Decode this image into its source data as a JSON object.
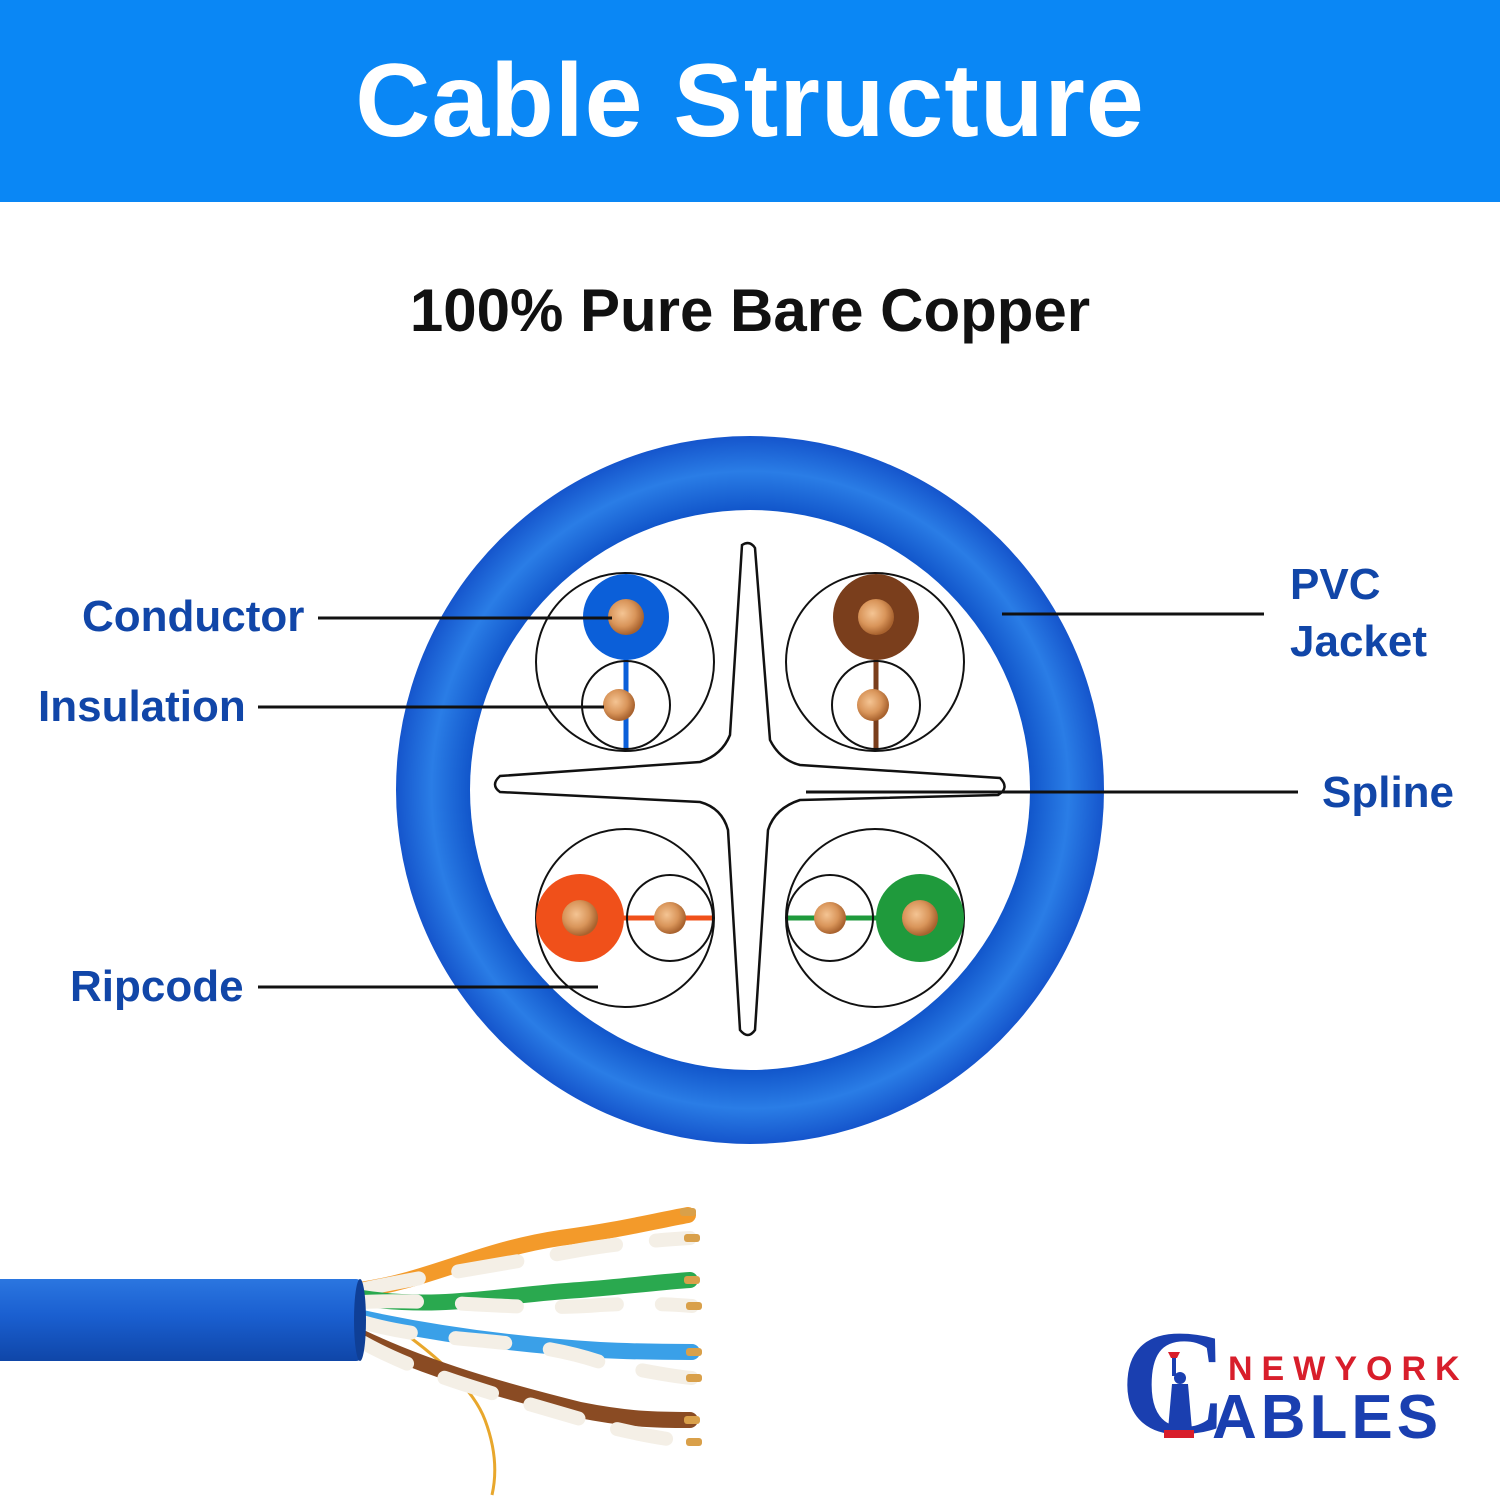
{
  "header": {
    "title": "Cable Structure"
  },
  "subtitle": "100% Pure Bare Copper",
  "labels": {
    "conductor": "Conductor",
    "insulation": "Insulation",
    "ripcode": "Ripcode",
    "pvc_line1": "PVC",
    "pvc_line2": "Jacket",
    "spline": "Spline"
  },
  "pairs": [
    {
      "name": "blue",
      "color": "#0b5fd9"
    },
    {
      "name": "brown",
      "color": "#7a3e1c"
    },
    {
      "name": "orange",
      "color": "#f0501a"
    },
    {
      "name": "green",
      "color": "#1f9a3c"
    }
  ],
  "colors": {
    "banner": "#0a87f5",
    "jacket": "#1a64d8",
    "copper": "#d9955a",
    "label": "#1146a8"
  },
  "brand": {
    "initial": "C",
    "top": "NEWYORK",
    "bottom": "ABLES"
  }
}
